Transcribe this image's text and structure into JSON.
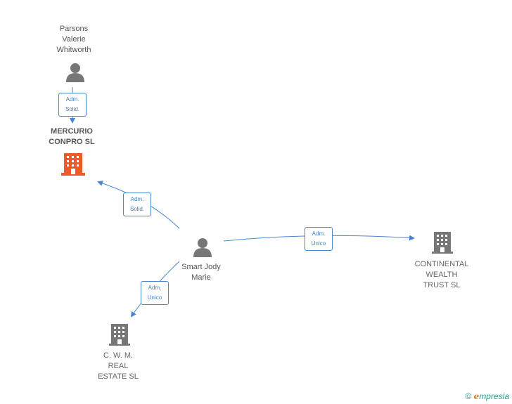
{
  "nodes": {
    "parsons": {
      "label": "Parsons\nValerie\nWhitworth",
      "icon": "person-icon",
      "color": "#777777"
    },
    "mercurio": {
      "label": "MERCURIO\nCONPRO SL",
      "icon": "building-icon",
      "color": "#f05a28"
    },
    "smart": {
      "label": "Smart Jody\nMarie",
      "icon": "person-icon",
      "color": "#777777"
    },
    "continental": {
      "label": "CONTINENTAL\nWEALTH\nTRUST SL",
      "icon": "building-icon",
      "color": "#777777"
    },
    "cwm": {
      "label": "C.  W. M.\nREAL\nESTATE SL",
      "icon": "building-icon",
      "color": "#777777"
    }
  },
  "edges": {
    "parsons_mercurio": {
      "label": "Adm.\nSolid."
    },
    "smart_mercurio": {
      "label": "Adm.\nSolid."
    },
    "smart_continental": {
      "label": "Adm.\nUnico"
    },
    "smart_cwm": {
      "label": "Adm.\nUnico"
    }
  },
  "colors": {
    "edge": "#4a86d0"
  },
  "footer": {
    "copyright": "©",
    "brand_e": "e",
    "brand_rest": "mpresia"
  }
}
